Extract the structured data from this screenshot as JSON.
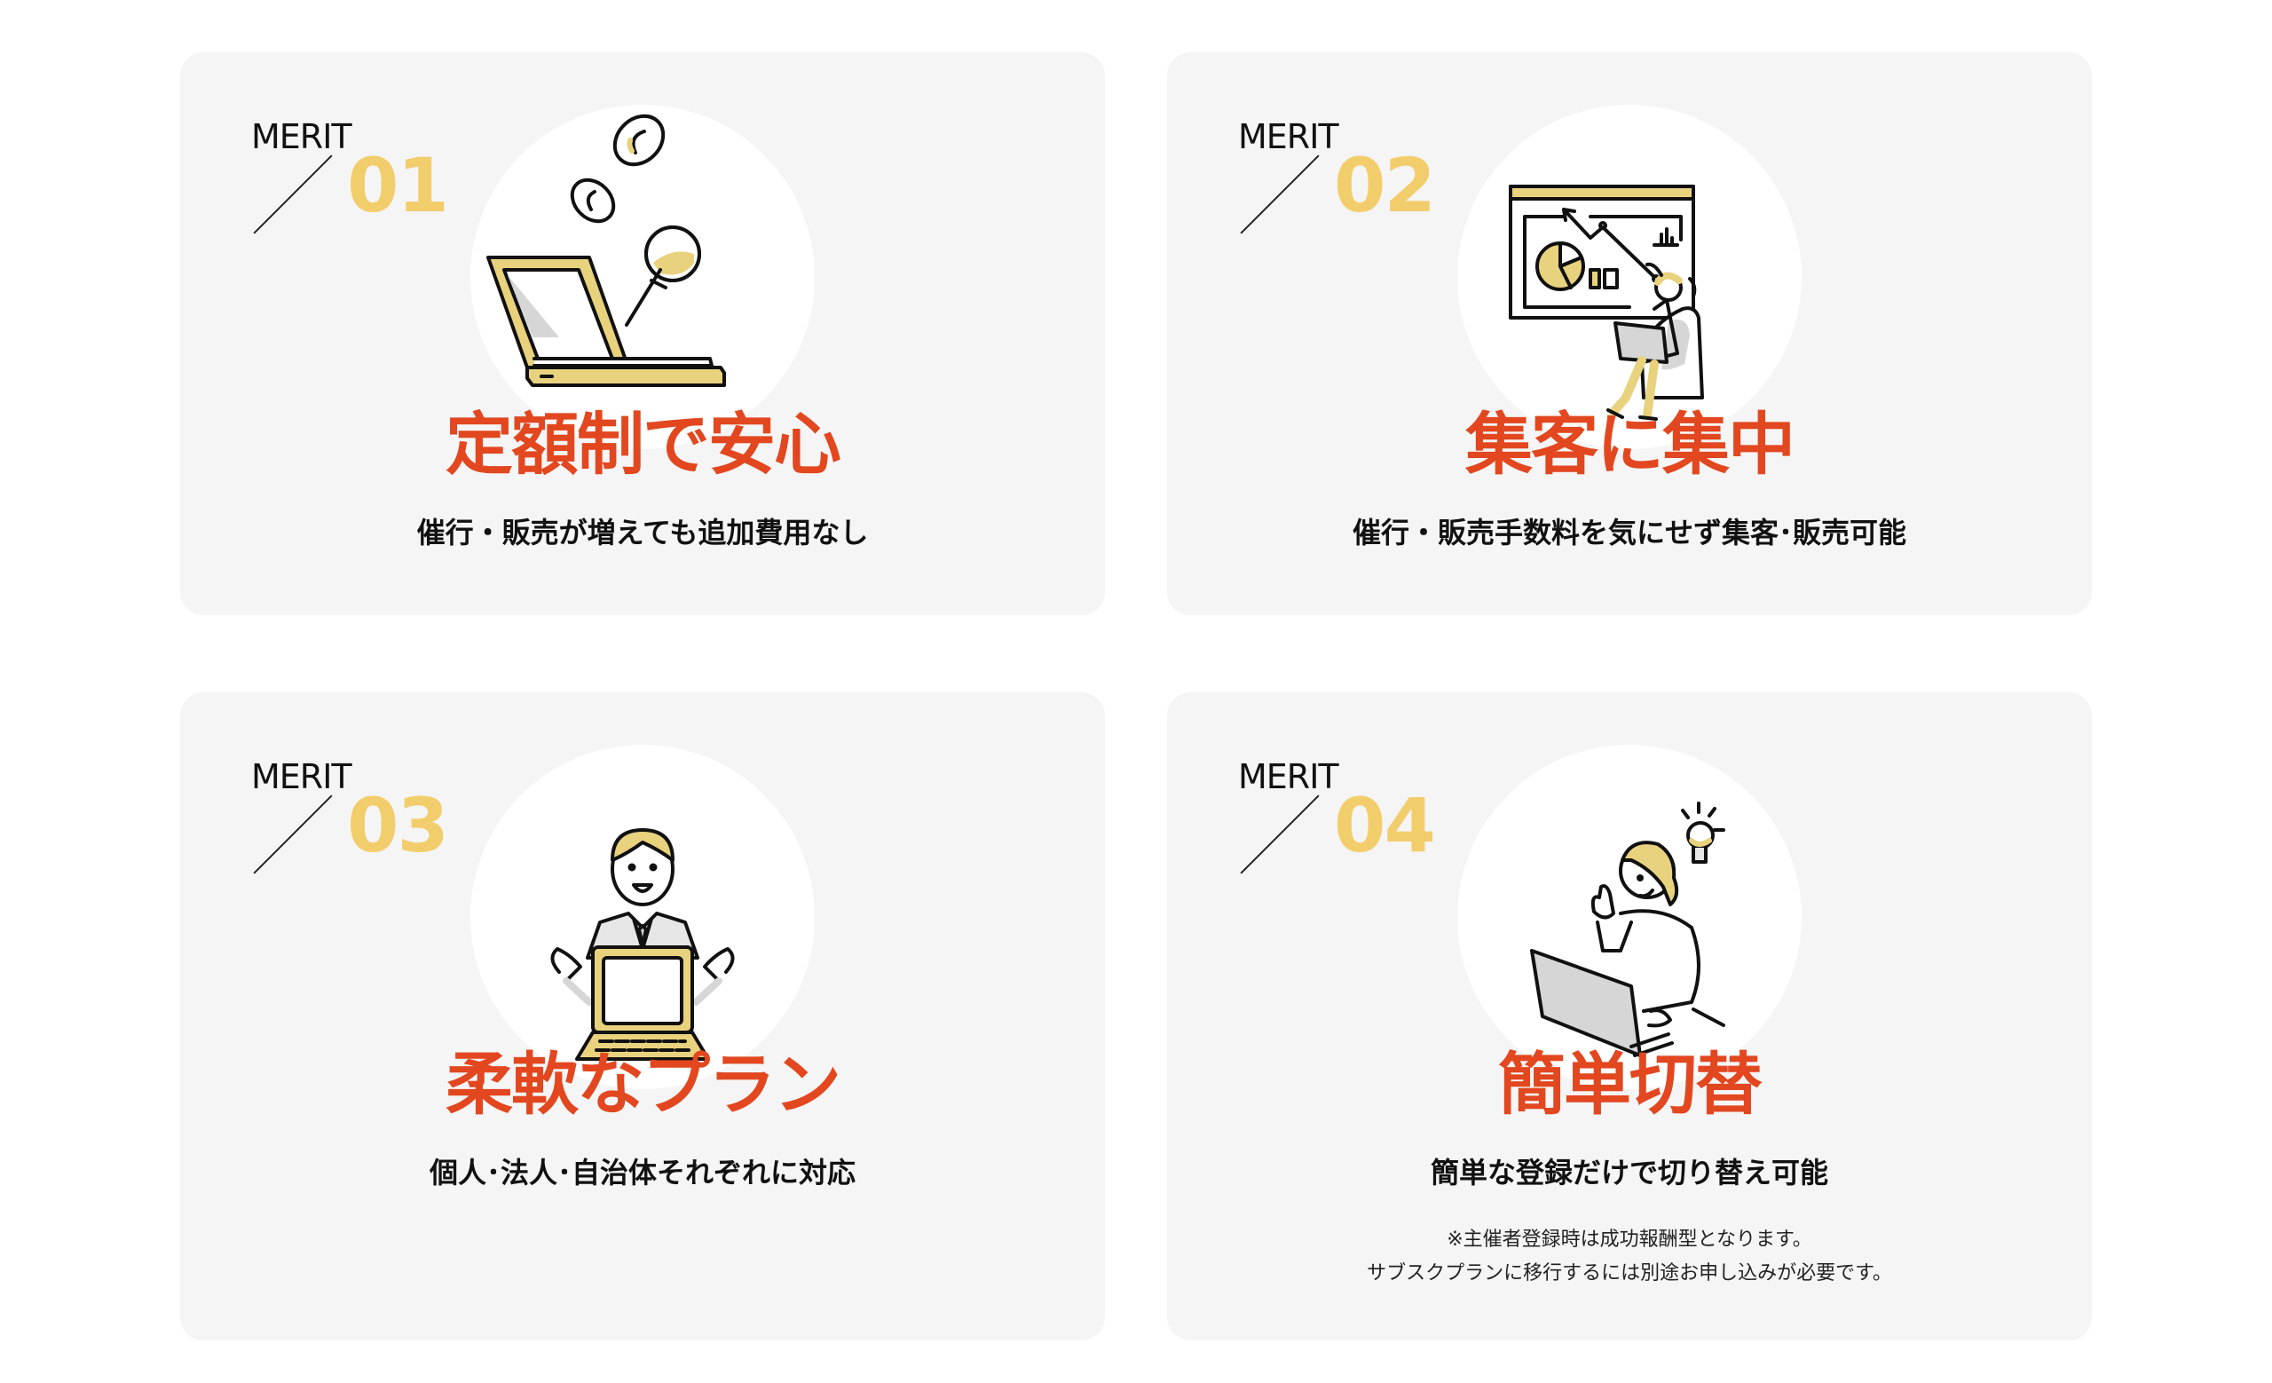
{
  "colors": {
    "card_background": "#f5f5f5",
    "circle_background": "#ffffff",
    "title_red": "#e2471f",
    "number_yellow": "#f2cd6b",
    "illustration_yellow": "#e9d27e",
    "text_dark": "#111111"
  },
  "merits": [
    {
      "label": "MERIT",
      "number": "01",
      "illustration": "laptop-coins-icon",
      "title": "定額制で安心",
      "subtitle": "催行・販売が増えても追加費用なし"
    },
    {
      "label": "MERIT",
      "number": "02",
      "illustration": "analytics-presentation-icon",
      "title": "集客に集中",
      "subtitle": "催行・販売手数料を気にせず集客･販売可能"
    },
    {
      "label": "MERIT",
      "number": "03",
      "illustration": "presenter-laptop-icon",
      "title": "柔軟なプラン",
      "subtitle": "個人･法人･自治体それぞれに対応"
    },
    {
      "label": "MERIT",
      "number": "04",
      "illustration": "idea-laptop-icon",
      "title": "簡単切替",
      "subtitle": "簡単な登録だけで切り替え可能",
      "notes": [
        "※主催者登録時は成功報酬型となります。",
        "サブスクプランに移行するには別途お申し込みが必要です。"
      ]
    }
  ]
}
